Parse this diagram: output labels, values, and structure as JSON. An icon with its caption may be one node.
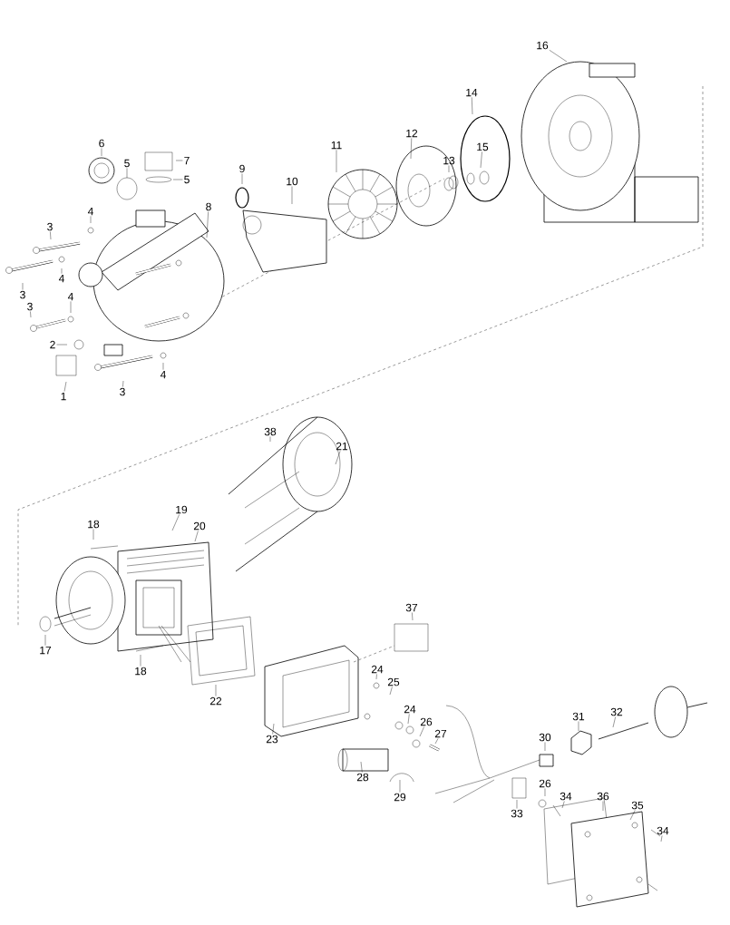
{
  "diagram": {
    "nodes": [
      {
        "text": [
          "1"
        ]
      },
      {
        "text": [
          "2"
        ]
      },
      {
        "text": [
          "3"
        ]
      },
      {
        "text": [
          "3"
        ]
      },
      {
        "text": [
          "3"
        ]
      },
      {
        "text": [
          "3"
        ]
      },
      {
        "text": [
          "4"
        ]
      },
      {
        "text": [
          "4"
        ]
      },
      {
        "text": [
          "4"
        ]
      },
      {
        "text": [
          "4"
        ]
      },
      {
        "text": [
          "5"
        ]
      },
      {
        "text": [
          "5"
        ]
      },
      {
        "text": [
          "6"
        ]
      },
      {
        "text": [
          "7"
        ]
      },
      {
        "text": [
          "8"
        ]
      },
      {
        "text": [
          "9"
        ]
      },
      {
        "text": [
          "10"
        ]
      },
      {
        "text": [
          "11"
        ]
      },
      {
        "text": [
          "12"
        ]
      },
      {
        "text": [
          "13"
        ]
      },
      {
        "text": [
          "14"
        ]
      },
      {
        "text": [
          "15"
        ]
      },
      {
        "text": [
          "16"
        ]
      },
      {
        "text": [
          "17"
        ]
      },
      {
        "text": [
          "18"
        ]
      },
      {
        "text": [
          "18"
        ]
      },
      {
        "text": [
          "19"
        ]
      },
      {
        "text": [
          "20"
        ]
      },
      {
        "text": [
          "21"
        ]
      },
      {
        "text": [
          "22"
        ]
      },
      {
        "text": [
          "23"
        ]
      },
      {
        "text": [
          "24"
        ]
      },
      {
        "text": [
          "25"
        ]
      },
      {
        "text": [
          "24"
        ]
      },
      {
        "text": [
          "26"
        ]
      },
      {
        "text": [
          "27"
        ]
      },
      {
        "text": [
          "28"
        ]
      },
      {
        "text": [
          "29"
        ]
      },
      {
        "text": [
          "30"
        ]
      },
      {
        "text": [
          "31"
        ]
      },
      {
        "text": [
          "32"
        ]
      },
      {
        "text": [
          "33"
        ]
      },
      {
        "text": [
          "26"
        ]
      },
      {
        "text": [
          "34"
        ]
      },
      {
        "text": [
          "36"
        ]
      },
      {
        "text": [
          "35"
        ]
      },
      {
        "text": [
          "34"
        ]
      },
      {
        "text": [
          "37"
        ]
      },
      {
        "text": [
          "38"
        ]
      }
    ],
    "edges": [
      {
        "from": 0,
        "to": null,
        "arrow": "none"
      },
      {
        "from": 1,
        "to": null,
        "arrow": "none"
      },
      {
        "from": 2,
        "to": null,
        "arrow": "none"
      },
      {
        "from": 3,
        "to": null,
        "arrow": "none"
      },
      {
        "from": 4,
        "to": null,
        "arrow": "none"
      },
      {
        "from": 5,
        "to": null,
        "arrow": "none"
      },
      {
        "from": 6,
        "to": null,
        "arrow": "none"
      },
      {
        "from": 7,
        "to": null,
        "arrow": "none"
      },
      {
        "from": 8,
        "to": null,
        "arrow": "none"
      },
      {
        "from": 9,
        "to": null,
        "arrow": "none"
      },
      {
        "from": 10,
        "to": null,
        "arrow": "none"
      },
      {
        "from": 11,
        "to": null,
        "arrow": "none"
      },
      {
        "from": 12,
        "to": null,
        "arrow": "none"
      },
      {
        "from": 13,
        "to": null,
        "arrow": "none"
      },
      {
        "from": 14,
        "to": null,
        "arrow": "none"
      },
      {
        "from": 15,
        "to": null,
        "arrow": "none"
      },
      {
        "from": 16,
        "to": null,
        "arrow": "none"
      },
      {
        "from": 17,
        "to": null,
        "arrow": "none"
      },
      {
        "from": 18,
        "to": null,
        "arrow": "none"
      },
      {
        "from": 19,
        "to": null,
        "arrow": "none"
      },
      {
        "from": 20,
        "to": null,
        "arrow": "none"
      },
      {
        "from": 21,
        "to": null,
        "arrow": "none"
      },
      {
        "from": 22,
        "to": null,
        "arrow": "none"
      },
      {
        "from": 23,
        "to": null,
        "arrow": "none"
      },
      {
        "from": 24,
        "to": null,
        "arrow": "none"
      },
      {
        "from": 25,
        "to": null,
        "arrow": "none"
      },
      {
        "from": 26,
        "to": null,
        "arrow": "none"
      },
      {
        "from": 27,
        "to": null,
        "arrow": "none"
      },
      {
        "from": 28,
        "to": null,
        "arrow": "none"
      },
      {
        "from": 29,
        "to": null,
        "arrow": "none"
      },
      {
        "from": 30,
        "to": null,
        "arrow": "none"
      },
      {
        "from": 31,
        "to": null,
        "arrow": "none"
      },
      {
        "from": 32,
        "to": null,
        "arrow": "none"
      },
      {
        "from": 33,
        "to": null,
        "arrow": "none"
      },
      {
        "from": 34,
        "to": null,
        "arrow": "none"
      },
      {
        "from": 35,
        "to": null,
        "arrow": "none"
      },
      {
        "from": 36,
        "to": null,
        "arrow": "none"
      },
      {
        "from": 37,
        "to": null,
        "arrow": "none"
      },
      {
        "from": 38,
        "to": null,
        "arrow": "none"
      },
      {
        "from": 39,
        "to": null,
        "arrow": "none"
      },
      {
        "from": 40,
        "to": null,
        "arrow": "none"
      },
      {
        "from": 41,
        "to": null,
        "arrow": "none"
      },
      {
        "from": 42,
        "to": null,
        "arrow": "none"
      },
      {
        "from": 43,
        "to": null,
        "arrow": "none"
      },
      {
        "from": 44,
        "to": null,
        "arrow": "none"
      },
      {
        "from": 45,
        "to": null,
        "arrow": "none"
      },
      {
        "from": 46,
        "to": null,
        "arrow": "none"
      },
      {
        "from": 47,
        "to": null,
        "arrow": "none"
      },
      {
        "from": 48,
        "to": null,
        "arrow": "none"
      }
    ]
  }
}
